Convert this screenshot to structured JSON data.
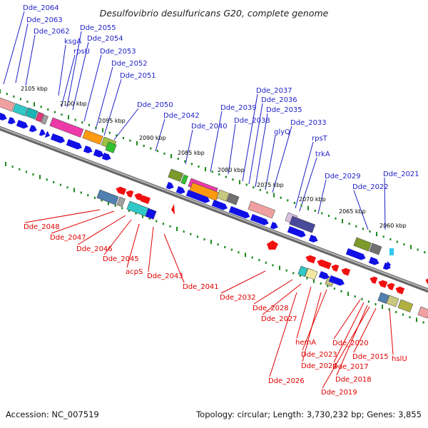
{
  "title": "Desulfovibrio desulfuricans G20, complete genome",
  "footer": {
    "accession": "Accession: NC_007519",
    "summary": "Topology: circular; Length: 3,730,232 bp; Genes: 3,855"
  },
  "colors": {
    "backbone": "#7f7f7f",
    "forward_arrow": "#1010e6",
    "reverse_arrow": "#f01010",
    "forward_label": "#1f1fc8",
    "reverse_label": "#e00000",
    "tick_dots": "#1e8a1e"
  },
  "scale_ticks": [
    "2105 kbp",
    "2100 kbp",
    "2095 kbp",
    "2090 kbp",
    "2085 kbp",
    "2080 kbp",
    "2075 kbp",
    "2070 kbp",
    "2065 kbp",
    "2060 kbp"
  ],
  "labels_top": [
    "Dde_2064",
    "Dde_2063",
    "Dde_2062",
    "ksgA",
    "rpsU",
    "Dde_2055",
    "Dde_2054",
    "Dde_2053",
    "Dde_2052",
    "Dde_2051",
    "Dde_2050",
    "Dde_2042",
    "Dde_2040",
    "Dde_2039",
    "Dde_2038",
    "Dde_2037",
    "Dde_2036",
    "Dde_2035",
    "glyQ",
    "Dde_2033",
    "rpsT",
    "trkA",
    "Dde_2029",
    "Dde_2022",
    "Dde_2021"
  ],
  "labels_bottom": [
    "Dde_2048",
    "Dde_2047",
    "Dde_2046",
    "Dde_2045",
    "acpS",
    "Dde_2043",
    "Dde_2041",
    "Dde_2032",
    "Dde_2028",
    "Dde_2027",
    "Dde_2026",
    "hemA",
    "Dde_2024",
    "Dde_2023",
    "Dde_2020",
    "Dde_2017",
    "Dde_2018",
    "Dde_2019",
    "Dde_2015",
    "hslU"
  ]
}
